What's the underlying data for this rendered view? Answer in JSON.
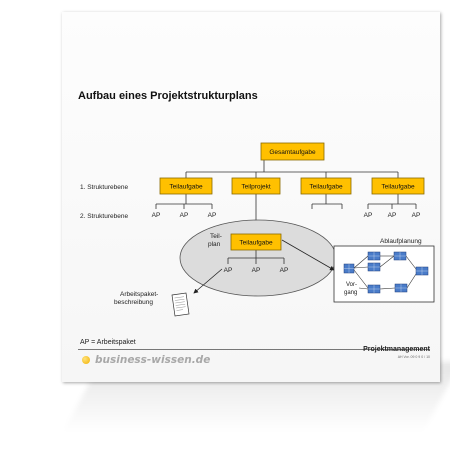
{
  "document": {
    "title": "Aufbau eines Projektstrukturplans",
    "legend": "AP = Arbeitspaket",
    "footer": {
      "brand": "business-wissen.de",
      "topic": "Projektmanagement",
      "code": "AH Vor. 09 0 9 0 / 10"
    }
  },
  "diagram": {
    "root": "Gesamtaufgabe",
    "levels": [
      "1. Strukturebene",
      "2. Strukturebene"
    ],
    "level1": [
      "Teilaufgabe",
      "Teilprojekt",
      "Teilaufgabe",
      "Teilaufgabe"
    ],
    "level2_label": "AP",
    "subplan": {
      "label_line1": "Teil-",
      "label_line2": "plan",
      "box": "Teilaufgabe",
      "packages": [
        "AP",
        "AP",
        "AP"
      ]
    },
    "process": {
      "title": "Ablaufplanung",
      "label_line1": "Vor-",
      "label_line2": "gang"
    },
    "description": {
      "line1": "Arbeitspaket-",
      "line2": "beschreibung"
    },
    "colors": {
      "box_fill": "#ffc000",
      "box_border": "#8a6a00",
      "ellipse_fill": "#dcdcdc",
      "node_fill": "#4a7cc9"
    }
  }
}
